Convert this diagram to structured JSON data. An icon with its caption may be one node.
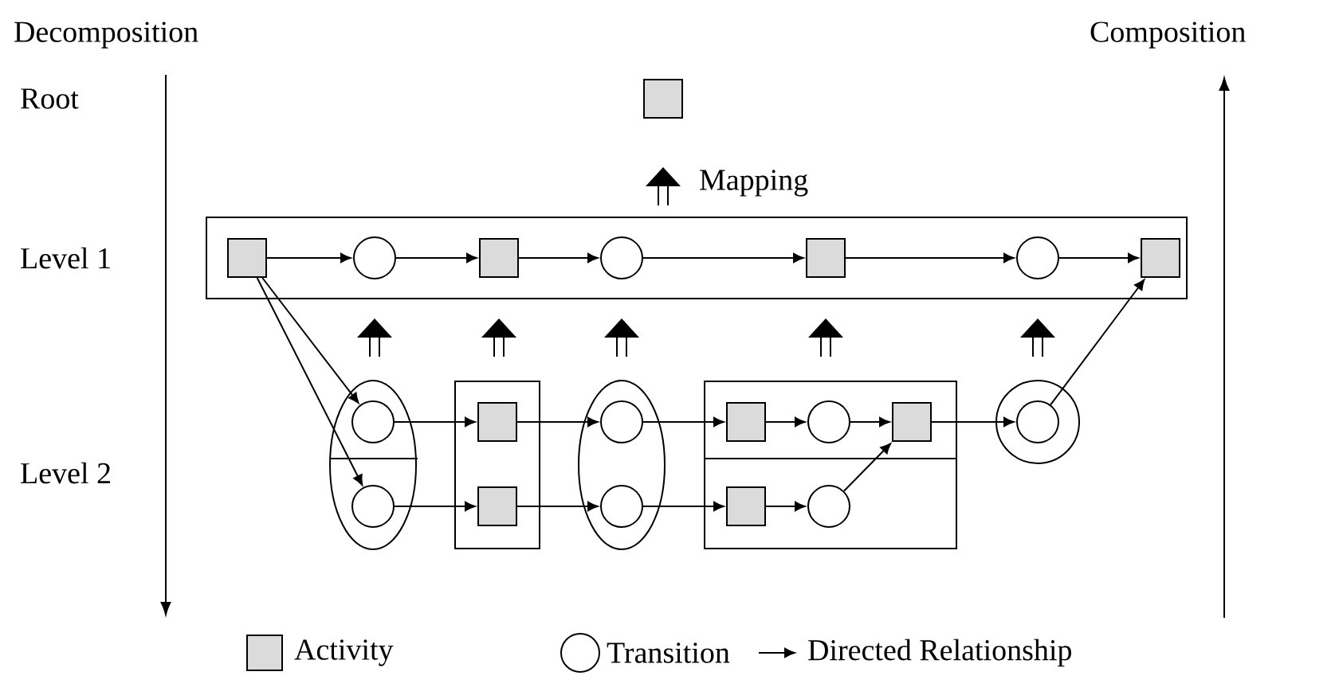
{
  "diagram": {
    "nodes": [
      {
        "text": [],
        "shape": "box"
      },
      {
        "text": [],
        "shape": "box"
      },
      {
        "text": [],
        "shape": "box",
        "in": 1
      },
      {
        "text": [],
        "shape": "circle",
        "in": 1
      },
      {
        "text": [],
        "shape": "box",
        "in": 1
      },
      {
        "text": [],
        "shape": "circle",
        "in": 1
      },
      {
        "text": [],
        "shape": "box",
        "in": 1
      },
      {
        "text": [],
        "shape": "circle",
        "in": 1
      },
      {
        "text": [],
        "shape": "box",
        "in": 1
      },
      {
        "text": [],
        "shape": "ellipse"
      },
      {
        "text": [],
        "shape": "circle",
        "in": 9
      },
      {
        "text": [],
        "shape": "circle",
        "in": 9
      },
      {
        "text": [],
        "shape": "box"
      },
      {
        "text": [],
        "shape": "box",
        "in": 12
      },
      {
        "text": [],
        "shape": "box",
        "in": 12
      },
      {
        "text": [],
        "shape": "ellipse"
      },
      {
        "text": [],
        "shape": "circle",
        "in": 15
      },
      {
        "text": [],
        "shape": "circle",
        "in": 15
      },
      {
        "text": [],
        "shape": "box"
      },
      {
        "text": [],
        "shape": "box",
        "in": 18
      },
      {
        "text": [],
        "shape": "circle",
        "in": 18
      },
      {
        "text": [],
        "shape": "box",
        "in": 18
      },
      {
        "text": [],
        "shape": "box",
        "in": 18
      },
      {
        "text": [],
        "shape": "circle",
        "in": 18
      },
      {
        "text": [],
        "shape": "circle"
      },
      {
        "text": [],
        "shape": "circle",
        "in": 24
      }
    ],
    "edges": [
      {
        "from": 2,
        "to": 3,
        "arrow": "to"
      },
      {
        "from": 3,
        "to": 4,
        "arrow": "to"
      },
      {
        "from": 4,
        "to": 5,
        "arrow": "to"
      },
      {
        "from": 5,
        "to": 6,
        "arrow": "to"
      },
      {
        "from": 6,
        "to": 7,
        "arrow": "to"
      },
      {
        "from": 7,
        "to": 8,
        "arrow": "to"
      },
      {
        "from": 2,
        "to": 10,
        "arrow": "to"
      },
      {
        "from": 2,
        "to": 11,
        "arrow": "to"
      },
      {
        "from": 10,
        "to": 13,
        "arrow": "to"
      },
      {
        "from": 11,
        "to": 14,
        "arrow": "to"
      },
      {
        "from": 13,
        "to": 16,
        "arrow": "to"
      },
      {
        "from": 14,
        "to": 17,
        "arrow": "to"
      },
      {
        "from": 16,
        "to": 19,
        "arrow": "to"
      },
      {
        "from": 17,
        "to": 22,
        "arrow": "to"
      },
      {
        "from": 19,
        "to": 20,
        "arrow": "to"
      },
      {
        "from": 20,
        "to": 21,
        "arrow": "to"
      },
      {
        "from": 22,
        "to": 23,
        "arrow": "to"
      },
      {
        "from": 23,
        "to": 21,
        "arrow": "to"
      },
      {
        "from": 21,
        "to": 25,
        "arrow": "to"
      },
      {
        "from": 25,
        "to": 8,
        "arrow": "to"
      }
    ],
    "labels": [
      "Decomposition",
      "Composition",
      "Root",
      "Level 1",
      "Level 2"
    ],
    "legend": [
      {
        "text": "Mapping"
      },
      {
        "text": "Activity"
      },
      {
        "text": "Transition"
      },
      {
        "text": "Directed Relationship"
      }
    ]
  }
}
